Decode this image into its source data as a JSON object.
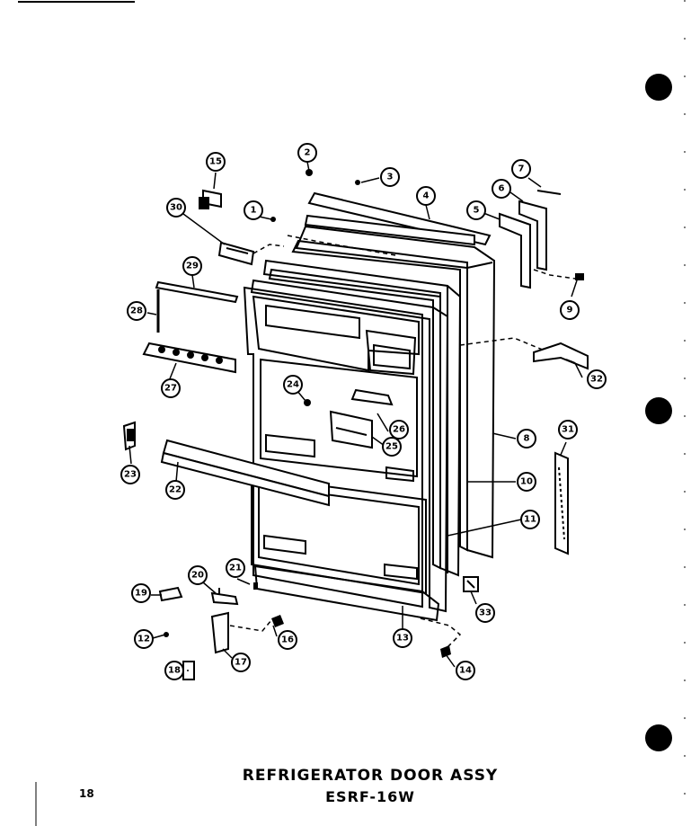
{
  "diagram": {
    "title_line1": "REFRIGERATOR DOOR ASSY",
    "title_line2": "ESRF-16W",
    "page_number": "18"
  },
  "callouts": [
    "1",
    "2",
    "3",
    "4",
    "5",
    "6",
    "7",
    "8",
    "9",
    "10",
    "11",
    "12",
    "13",
    "14",
    "15",
    "16",
    "17",
    "18",
    "19",
    "20",
    "21",
    "22",
    "23",
    "24",
    "25",
    "26",
    "27",
    "28",
    "29",
    "30",
    "31",
    "32",
    "33"
  ],
  "colors": {
    "ink": "#000000",
    "paper": "#ffffff"
  }
}
